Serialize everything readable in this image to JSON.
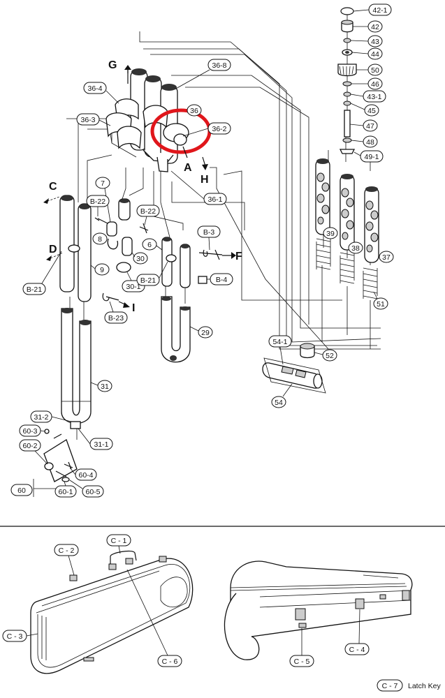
{
  "upper_labels": {
    "p42_1": "42-1",
    "p42": "42",
    "p43": "43",
    "p44": "44",
    "p50": "50",
    "p46": "46",
    "p43_1": "43-1",
    "p45": "45",
    "p47": "47",
    "p48": "48",
    "p49_1": "49-1",
    "p39": "39",
    "p38": "38",
    "p37": "37",
    "p51": "51",
    "p36_8": "36-8",
    "p36_4": "36-4",
    "p36": "36",
    "p36_2": "36-2",
    "p36_3": "36-3",
    "p36_1": "36-1",
    "p7": "7",
    "p8": "8",
    "p30": "30",
    "p30_1": "30-1",
    "p6": "6",
    "p9": "9",
    "pb22a": "B-22",
    "pb22b": "B-22",
    "pb21a": "B-21",
    "pb21b": "B-21",
    "pb23": "B-23",
    "pb3": "B-3",
    "pb4": "B-4",
    "p29": "29",
    "p54_1": "54-1",
    "p52": "52",
    "p54": "54",
    "p31": "31",
    "p31_2": "31-2",
    "p31_1": "31-1",
    "p60_3": "60-3",
    "p60_2": "60-2",
    "p60_4": "60-4",
    "p60_1": "60-1",
    "p60_5": "60-5",
    "p60": "60"
  },
  "connection_letters": {
    "g": "G",
    "a": "A",
    "h": "H",
    "c": "C",
    "d": "D",
    "f": "F",
    "i": "I"
  },
  "case_labels": {
    "c1": "C - 1",
    "c2": "C - 2",
    "c3": "C - 3",
    "c4": "C - 4",
    "c5": "C - 5",
    "c6": "C - 6",
    "c7": "C - 7"
  },
  "latch_key_text": "Latch Key",
  "highlight_color": "#e0161b"
}
